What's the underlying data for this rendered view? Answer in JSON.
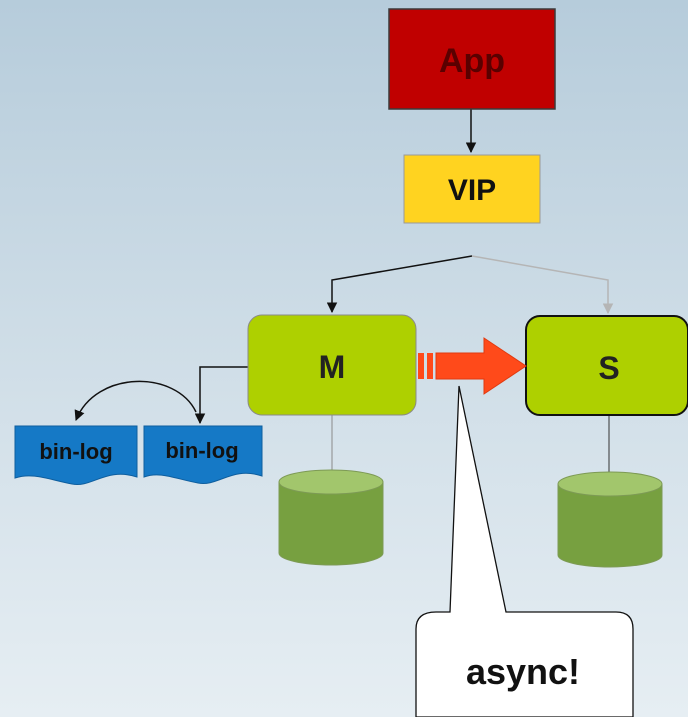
{
  "nodes": {
    "app": {
      "label": "App"
    },
    "vip": {
      "label": "VIP"
    },
    "master": {
      "label": "M"
    },
    "slave": {
      "label": "S"
    },
    "binlog_1": {
      "label": "bin-log"
    },
    "binlog_2": {
      "label": "bin-log"
    }
  },
  "callout": {
    "text": "async!"
  },
  "colors": {
    "app_fill": "#c00000",
    "app_text": "#5a0000",
    "vip_fill": "#ffd320",
    "node_fill": "#aed000",
    "binlog_fill": "#1579c6",
    "db_fill": "#77a040",
    "db_top": "#a2c66c",
    "replication_arrow": "#ff4a1a"
  }
}
